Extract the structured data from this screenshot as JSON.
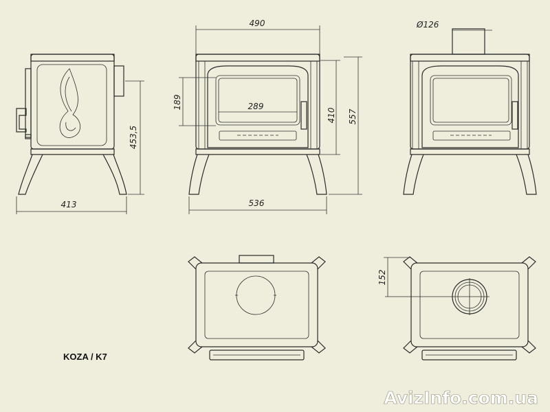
{
  "model_label": "KOZA / K7",
  "watermark": "AvizInfo.com.ua",
  "dimensions": {
    "side_depth": "413",
    "side_height": "453,5",
    "front_width_top": "490",
    "front_width_base": "536",
    "front_door_height": "189",
    "front_glass_width": "289",
    "front_height_body": "410",
    "front_height_total": "557",
    "flue_diameter": "Ø126",
    "top_flue_offset": "152"
  }
}
